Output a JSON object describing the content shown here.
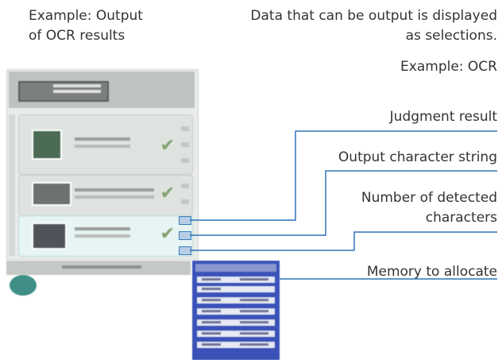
{
  "caption": {
    "example": "Example: Output\nof OCR results",
    "description": "Data that can be output is displayed\nas selections.",
    "example_ocr": "Example: OCR"
  },
  "callouts": {
    "judgment_result": "Judgment result",
    "output_string": "Output character string",
    "detected_count": "Number of detected\ncharacters",
    "memory": "Memory to allocate"
  },
  "colors": {
    "callout_line": "#2f73b8",
    "highlight": "#b7cee6",
    "memory_panel": "#3a52b8",
    "run_button": "#3f8f86",
    "check": "#7fa06a"
  },
  "icons": {
    "check": "✔",
    "run": "run-button-icon"
  }
}
